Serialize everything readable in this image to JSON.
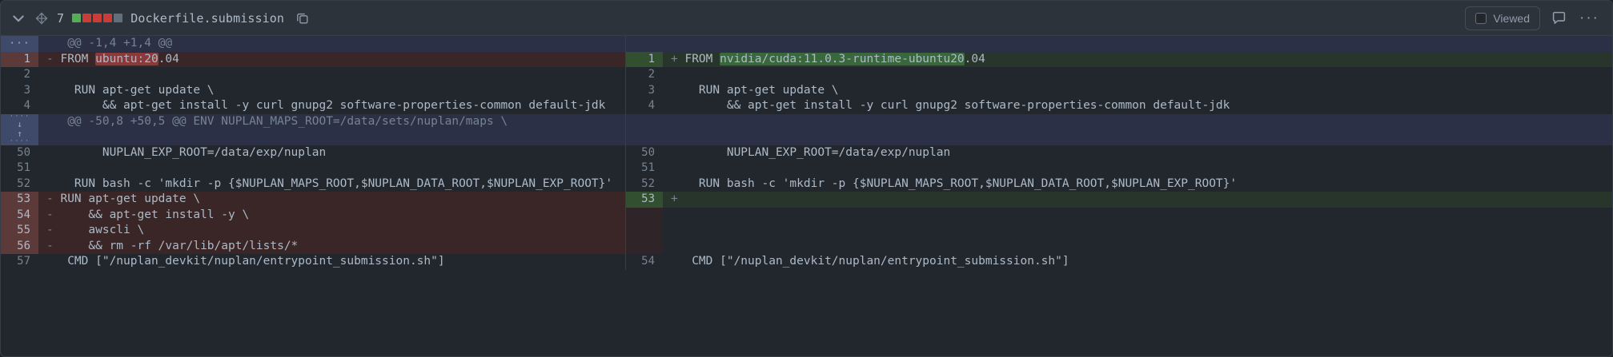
{
  "header": {
    "collapse_icon": "chevron-down-icon",
    "drag_icon": "move-handle-icon",
    "change_count": "7",
    "diffstat_squares": [
      "#57ab5a",
      "#c93c37",
      "#c93c37",
      "#c93c37",
      "#636e7b"
    ],
    "filename": "Dockerfile.submission",
    "copy_icon": "copy-icon",
    "viewed_label": "Viewed",
    "viewed_checked": false,
    "comment_icon": "comment-icon",
    "kebab_label": "···"
  },
  "colors": {
    "addition_bg": "#27352a",
    "addition_word_bg": "#38683c",
    "deletion_bg": "#3a2626",
    "deletion_word_bg": "#8a3a3a",
    "hunk_bg": "#2b3047",
    "canvas": "#22272e",
    "border": "#373e47"
  },
  "rows": [
    {
      "kind": "hunk",
      "expand_icon": "expand-ellipsis-icon",
      "expand_glyph": "···",
      "text": "@@ -1,4 +1,4 @@"
    },
    {
      "kind": "change",
      "left": {
        "num": "1",
        "sign": "-",
        "pre": "FROM ",
        "mark": "ubuntu:20",
        "post": ".04"
      },
      "right": {
        "num": "1",
        "sign": "+",
        "pre": "FROM ",
        "mark": "nvidia/cuda:11.0.3-runtime-ubuntu20",
        "post": ".04"
      }
    },
    {
      "kind": "context",
      "left": {
        "num": "2",
        "text": ""
      },
      "right": {
        "num": "2",
        "text": ""
      }
    },
    {
      "kind": "context",
      "left": {
        "num": "3",
        "text": "  RUN apt-get update \\"
      },
      "right": {
        "num": "3",
        "text": "  RUN apt-get update \\"
      }
    },
    {
      "kind": "context",
      "left": {
        "num": "4",
        "text": "      && apt-get install -y curl gnupg2 software-properties-common default-jdk"
      },
      "right": {
        "num": "4",
        "text": "      && apt-get install -y curl gnupg2 software-properties-common default-jdk"
      }
    },
    {
      "kind": "hunk",
      "expand_icon": "expand-up-down-icon",
      "expand_glyph": "↓↑",
      "text": "@@ -50,8 +50,5 @@ ENV NUPLAN_MAPS_ROOT=/data/sets/nuplan/maps \\"
    },
    {
      "kind": "context",
      "left": {
        "num": "50",
        "text": "      NUPLAN_EXP_ROOT=/data/exp/nuplan"
      },
      "right": {
        "num": "50",
        "text": "      NUPLAN_EXP_ROOT=/data/exp/nuplan"
      }
    },
    {
      "kind": "context",
      "left": {
        "num": "51",
        "text": ""
      },
      "right": {
        "num": "51",
        "text": ""
      }
    },
    {
      "kind": "context",
      "left": {
        "num": "52",
        "text": "  RUN bash -c 'mkdir -p {$NUPLAN_MAPS_ROOT,$NUPLAN_DATA_ROOT,$NUPLAN_EXP_ROOT}'"
      },
      "right": {
        "num": "52",
        "text": "  RUN bash -c 'mkdir -p {$NUPLAN_MAPS_ROOT,$NUPLAN_DATA_ROOT,$NUPLAN_EXP_ROOT}'"
      }
    },
    {
      "kind": "change",
      "left": {
        "num": "53",
        "sign": "-",
        "pre": "RUN apt-get update \\",
        "mark": "",
        "post": ""
      },
      "right": {
        "num": "53",
        "sign": "+",
        "pre": "",
        "mark": "",
        "post": ""
      }
    },
    {
      "kind": "delete-only",
      "left": {
        "num": "54",
        "sign": "-",
        "text": "    && apt-get install -y \\"
      }
    },
    {
      "kind": "delete-only",
      "left": {
        "num": "55",
        "sign": "-",
        "text": "    awscli \\"
      }
    },
    {
      "kind": "delete-only",
      "left": {
        "num": "56",
        "sign": "-",
        "text": "    && rm -rf /var/lib/apt/lists/*"
      }
    },
    {
      "kind": "context",
      "left": {
        "num": "57",
        "text": " CMD [\"/nuplan_devkit/nuplan/entrypoint_submission.sh\"]"
      },
      "right": {
        "num": "54",
        "text": " CMD [\"/nuplan_devkit/nuplan/entrypoint_submission.sh\"]"
      }
    }
  ]
}
